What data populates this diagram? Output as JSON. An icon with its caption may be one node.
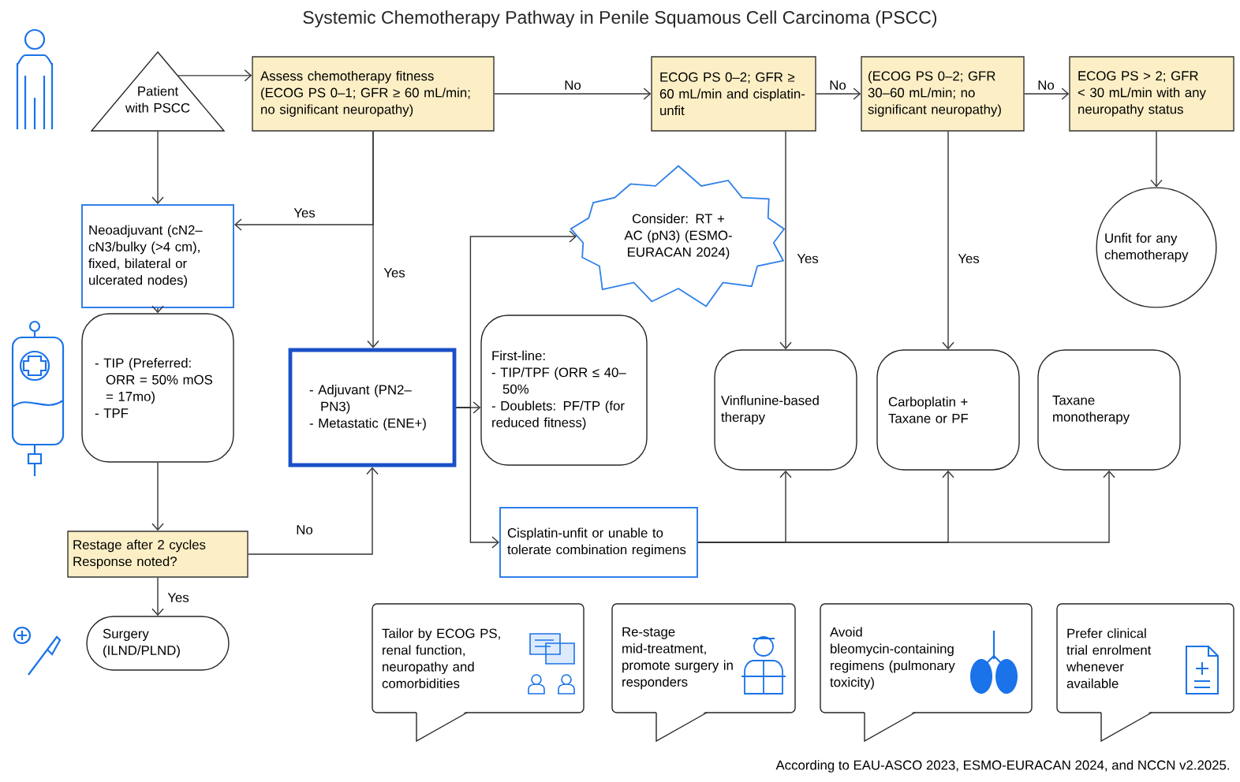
{
  "diagram": {
    "title": "Systemic Chemotherapy Pathway in Penile Squamous Cell Carcinoma (PSCC)",
    "caption": "According to EAU-ASCO 2023, ESMO-EURACAN 2024, and NCCN v2.2025.",
    "nodes": [
      {
        "text": [
          "Patient with PSCC"
        ]
      },
      {
        "text": [
          "Assess chemotherapy fitness",
          "(ECOG PS 0–1; GFR ≥ 60 mL/min; no significant neuropathy)"
        ]
      },
      {
        "text": [
          "ECOG PS 0–2; GFR ≥ 60 mL/min and cisplatin-unfit"
        ]
      },
      {
        "text": [
          "(ECOG PS 0–2; GFR 30–60 mL/min; no significant neuropathy)"
        ]
      },
      {
        "text": [
          "ECOG PS > 2; GFR < 30 mL/min with any neuropathy status"
        ]
      },
      {
        "text": [
          "Neoadjuvant (cN2–cN3/bulky (>4 cm), fixed, bilateral or ulcerated nodes)"
        ]
      },
      {
        "text": [
          "Consider: RT + AC (pN3) (ESMO-EURACAN 2024)"
        ]
      },
      {
        "text": [
          "Unfit for any chemotherapy"
        ]
      },
      {
        "text": [
          "- TIP (Preferred: ORR = 50% mOS = 17mo)",
          "- TPF"
        ]
      },
      {
        "text": [
          "- Adjuvant (PN2–PN3)",
          "- Metastatic (ENE+)"
        ]
      },
      {
        "text": [
          "First-line:",
          "- TIP/TPF (ORR ≤ 40–50%",
          "- Doublets: PF/TP (for reduced fitness)"
        ]
      },
      {
        "text": [
          "Vinflunine-based therapy"
        ]
      },
      {
        "text": [
          "Carboplatin + Taxane or PF"
        ]
      },
      {
        "text": [
          "Taxane monotherapy"
        ]
      },
      {
        "text": [
          "Cisplatin-unfit or unable to tolerate combination regimens"
        ]
      },
      {
        "text": [
          "Restage after 2 cycles Response noted?"
        ]
      },
      {
        "text": [
          "Surgery (ILND/PLND)"
        ]
      },
      {
        "text": [
          "Tailor by ECOG PS, renal function, neuropathy and comorbidities"
        ]
      },
      {
        "text": [
          "Re-stage mid-treatment, promote surgery in responders"
        ]
      },
      {
        "text": [
          "Avoid bleomycin-containing regimens (pulmonary toxicity)"
        ]
      },
      {
        "text": [
          "Prefer clinical trial enrolment whenever available"
        ]
      }
    ],
    "edges": [
      {
        "from": 0,
        "to": 1,
        "arrow": "to"
      },
      {
        "from": 1,
        "to": 2,
        "arrow": "to",
        "label": "No"
      },
      {
        "from": 2,
        "to": 3,
        "arrow": "to",
        "label": "No"
      },
      {
        "from": 3,
        "to": 4,
        "arrow": "to",
        "label": "No"
      },
      {
        "from": 0,
        "to": 5,
        "arrow": "to"
      },
      {
        "from": 1,
        "to": 5,
        "arrow": "to",
        "label": "Yes"
      },
      {
        "from": 1,
        "to": 9,
        "arrow": "to",
        "label": "Yes"
      },
      {
        "from": 2,
        "to": 11,
        "arrow": "to",
        "label": "Yes"
      },
      {
        "from": 3,
        "to": 12,
        "arrow": "to",
        "label": "Yes"
      },
      {
        "from": 4,
        "to": 7,
        "arrow": "to"
      },
      {
        "from": 5,
        "to": 8,
        "arrow": "to"
      },
      {
        "from": 8,
        "to": 15,
        "arrow": "to"
      },
      {
        "from": 15,
        "to": 9,
        "arrow": "to",
        "label": "No"
      },
      {
        "from": 15,
        "to": 16,
        "arrow": "to",
        "label": "Yes"
      },
      {
        "from": 9,
        "to": 6,
        "arrow": "to"
      },
      {
        "from": 9,
        "to": 10,
        "arrow": "to"
      },
      {
        "from": 9,
        "to": 14,
        "arrow": "to"
      },
      {
        "from": 14,
        "to": 11,
        "arrow": "to"
      },
      {
        "from": 14,
        "to": 12,
        "arrow": "to"
      },
      {
        "from": 14,
        "to": 13,
        "arrow": "to"
      }
    ]
  }
}
